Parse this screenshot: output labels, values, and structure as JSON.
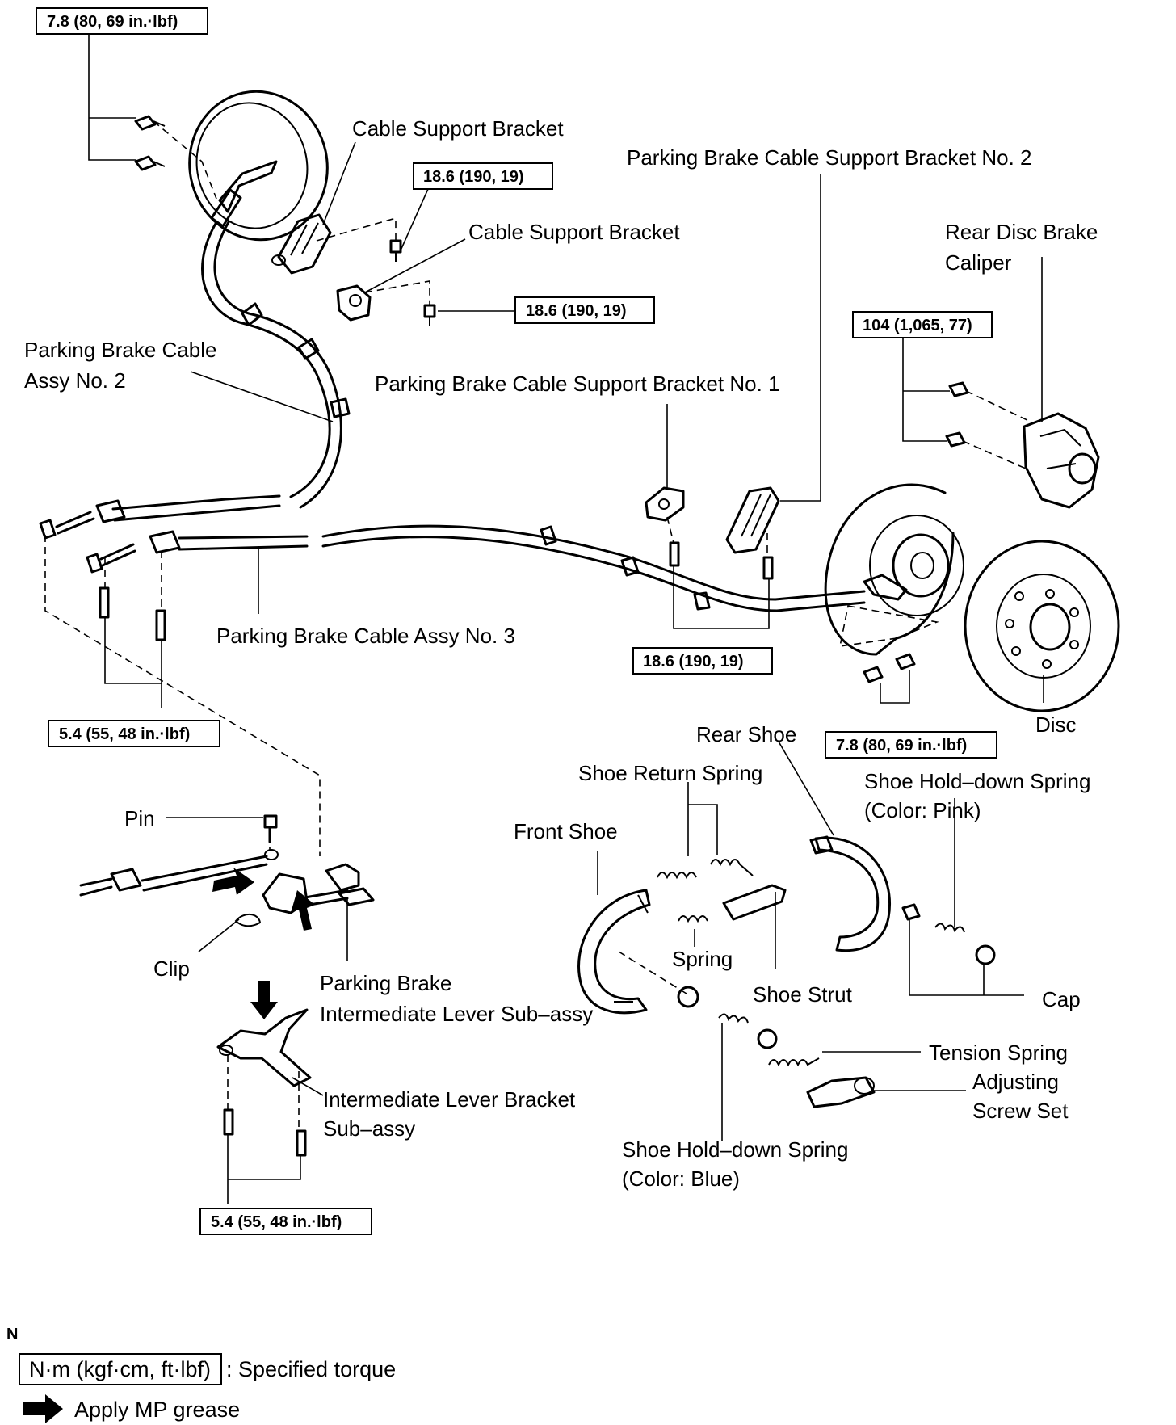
{
  "labels": {
    "cable_support_bracket_top": "Cable Support Bracket",
    "cable_support_bracket_mid": "Cable Support Bracket",
    "pb_cable_support_bracket_no2": "Parking Brake Cable Support Bracket No. 2",
    "rear_disc_brake_caliper_1": "Rear Disc Brake",
    "rear_disc_brake_caliper_2": "Caliper",
    "pb_cable_assy_no2_1": "Parking Brake Cable",
    "pb_cable_assy_no2_2": "Assy No. 2",
    "pb_cable_support_bracket_no1": "Parking Brake Cable Support Bracket No. 1",
    "pb_cable_assy_no3": "Parking Brake Cable Assy No. 3",
    "disc": "Disc",
    "rear_shoe": "Rear Shoe",
    "shoe_return_spring": "Shoe Return Spring",
    "shoe_holddown_pink_1": "Shoe Hold–down Spring",
    "shoe_holddown_pink_2": "(Color: Pink)",
    "front_shoe": "Front Shoe",
    "pin": "Pin",
    "clip": "Clip",
    "spring": "Spring",
    "shoe_strut": "Shoe Strut",
    "cap": "Cap",
    "pb_intermediate_lever_1": "Parking Brake",
    "pb_intermediate_lever_2": "Intermediate Lever Sub–assy",
    "tension_spring": "Tension Spring",
    "adjusting_screw_1": "Adjusting",
    "adjusting_screw_2": "Screw Set",
    "intermediate_lever_bracket_1": "Intermediate Lever Bracket",
    "intermediate_lever_bracket_2": "Sub–assy",
    "shoe_holddown_blue_1": "Shoe Hold–down Spring",
    "shoe_holddown_blue_2": "(Color: Blue)"
  },
  "torques": {
    "top_left": "7.8 (80, 69 in.·lbf)",
    "bracket_upper": "18.6 (190, 19)",
    "bracket_lower": "18.6 (190, 19)",
    "caliper": "104 (1,065, 77)",
    "support_brackets": "18.6 (190, 19)",
    "disc_bolts": "7.8 (80, 69 in.·lbf)",
    "cable_bolts": "5.4 (55, 48 in.·lbf)",
    "lever_bracket": "5.4 (55, 48 in.·lbf)"
  },
  "legend": {
    "corner_mark": "N",
    "torque_unit": "N·m (kgf·cm, ft·lbf)",
    "torque_desc": ": Specified torque",
    "grease_desc": "Apply MP grease"
  }
}
